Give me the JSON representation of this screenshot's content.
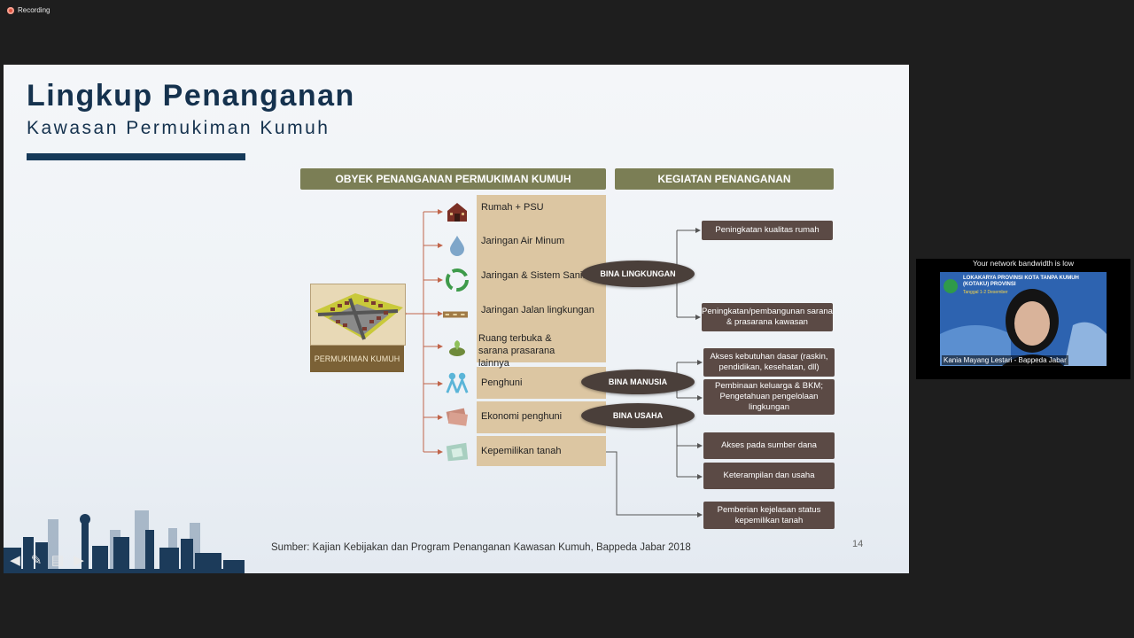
{
  "recording": {
    "label": "Recording"
  },
  "slide": {
    "title": "Lingkup Penanganan",
    "subtitle": "Kawasan Permukiman Kumuh",
    "header_obyek": "OBYEK PENANGANAN PERMUKIMAN KUMUH",
    "header_kegiatan": "KEGIATAN PENANGANAN",
    "permukiman_label": "PERMUKIMAN KUMUH",
    "objects": [
      {
        "label": "Rumah + PSU",
        "icon": "house-icon"
      },
      {
        "label": "Jaringan Air Minum",
        "icon": "water-drop-icon"
      },
      {
        "label": "Jaringan & Sistem Sanitasi",
        "icon": "recycle-icon"
      },
      {
        "label": "Jaringan Jalan lingkungan",
        "icon": "road-icon"
      },
      {
        "label": "Ruang terbuka & sarana prasarana lainnya",
        "icon": "plant-icon"
      },
      {
        "label": "Penghuni",
        "icon": "people-icon"
      },
      {
        "label": "Ekonomi penghuni",
        "icon": "money-icon"
      },
      {
        "label": "Kepemilikan tanah",
        "icon": "land-map-icon"
      }
    ],
    "pills": {
      "lingkungan": "BINA LINGKUNGAN",
      "manusia": "BINA MANUSIA",
      "usaha": "BINA USAHA"
    },
    "activities": [
      "Peningkatan kualitas rumah",
      "Peningkatan/pembangunan sarana & prasarana kawasan",
      "Akses kebutuhan dasar (raskin, pendidikan, kesehatan, dll)",
      "Pembinaan keluarga & BKM; Pengetahuan pengelolaan lingkungan",
      "Akses pada sumber dana",
      "Keterampilan dan usaha",
      "Pemberian kejelasan status kepemilikan tanah"
    ],
    "source": "Sumber: Kajian Kebijakan dan Program Penanganan Kawasan Kumuh, Bappeda Jabar 2018",
    "page_number": "14"
  },
  "video": {
    "notice": "Your network bandwidth is low",
    "participant": "Kania Mayang Lestari - Bappeda Jabar",
    "banner": "LOKAKARYA PROVINSI KOTA TANPA KUMUH (KOTAKU) PROVINSI",
    "banner_date": "Tanggal 1-2 Desember"
  },
  "colors": {
    "title": "#15324e",
    "header_bg": "#7b7e55",
    "object_bg": "#dcc6a2",
    "activity_bg": "#5b4a45",
    "arrow": "#c0644a"
  }
}
